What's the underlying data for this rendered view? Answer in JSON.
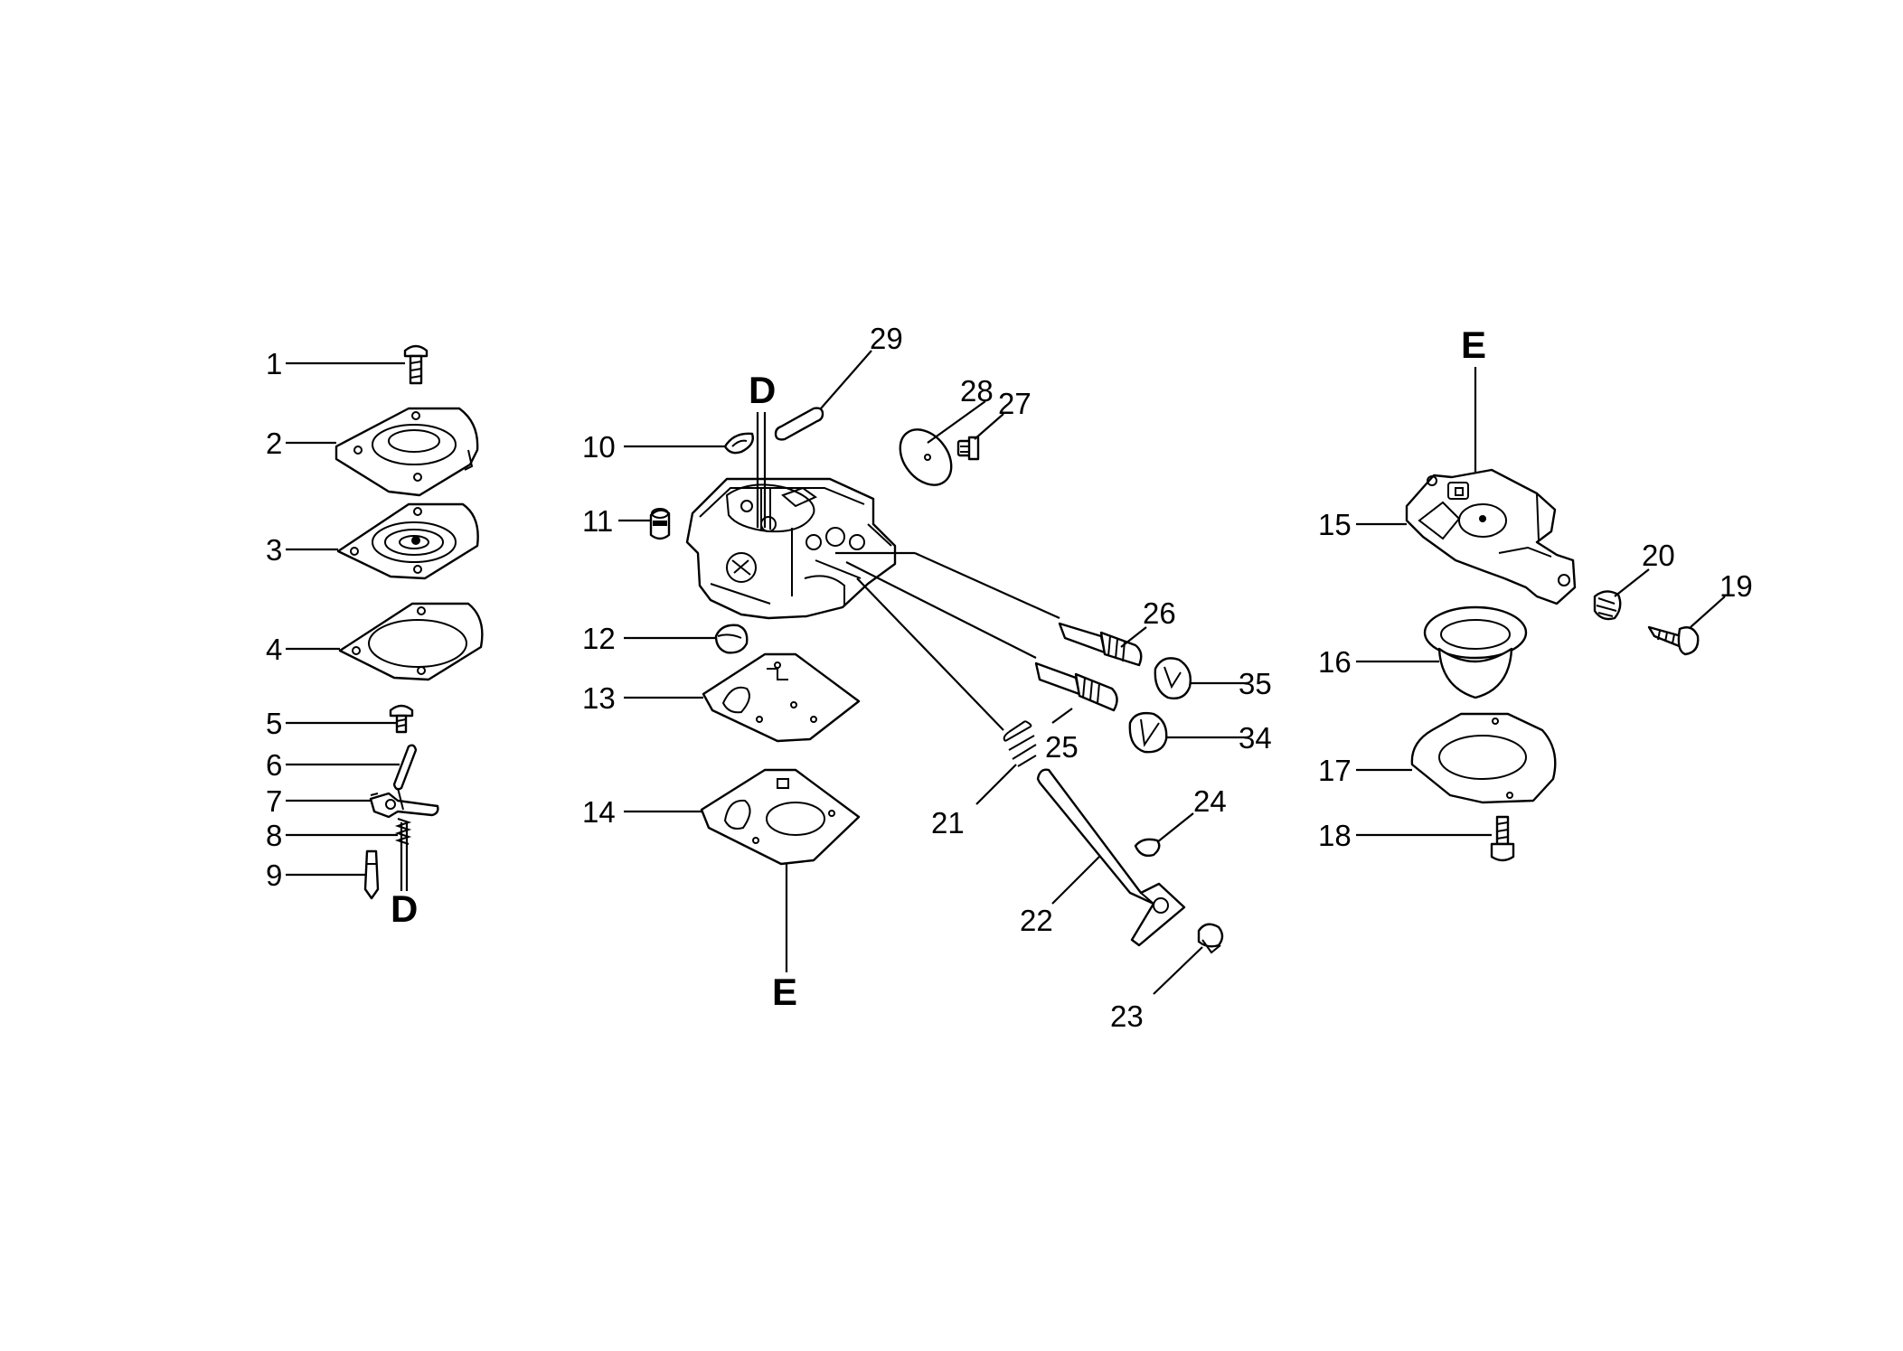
{
  "callouts": [
    "1",
    "2",
    "3",
    "4",
    "5",
    "6",
    "7",
    "8",
    "9",
    "10",
    "11",
    "12",
    "13",
    "14",
    "15",
    "16",
    "17",
    "18",
    "19",
    "20",
    "21",
    "22",
    "23",
    "24",
    "25",
    "26",
    "27",
    "28",
    "29",
    "34",
    "35"
  ],
  "refs": {
    "d": "D",
    "e": "E"
  }
}
